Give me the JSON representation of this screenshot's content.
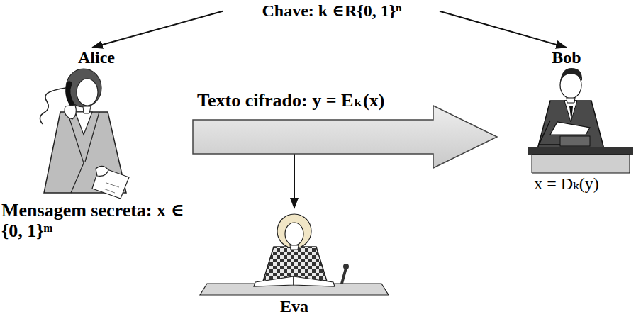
{
  "diagram": {
    "nodes": [
      {
        "text": [
          "Chave: k ∈R{0, 1}ⁿ"
        ]
      },
      {
        "text": [
          "Alice",
          "Mensagem secreta: x ∈ {0, 1}ᵐ"
        ]
      },
      {
        "text": [
          "Bob",
          "x = Dₖ(y)"
        ]
      },
      {
        "text": [
          "Eva"
        ]
      }
    ],
    "edges": [
      {
        "from": 0,
        "to": 1,
        "arrow": "to"
      },
      {
        "from": 0,
        "to": 2,
        "arrow": "to"
      },
      {
        "from": 1,
        "to": 2,
        "label": "Texto cifrado: y = Eₖ(x)",
        "arrow": "to"
      },
      {
        "from": 1,
        "to": 3,
        "arrow": "to"
      }
    ]
  }
}
